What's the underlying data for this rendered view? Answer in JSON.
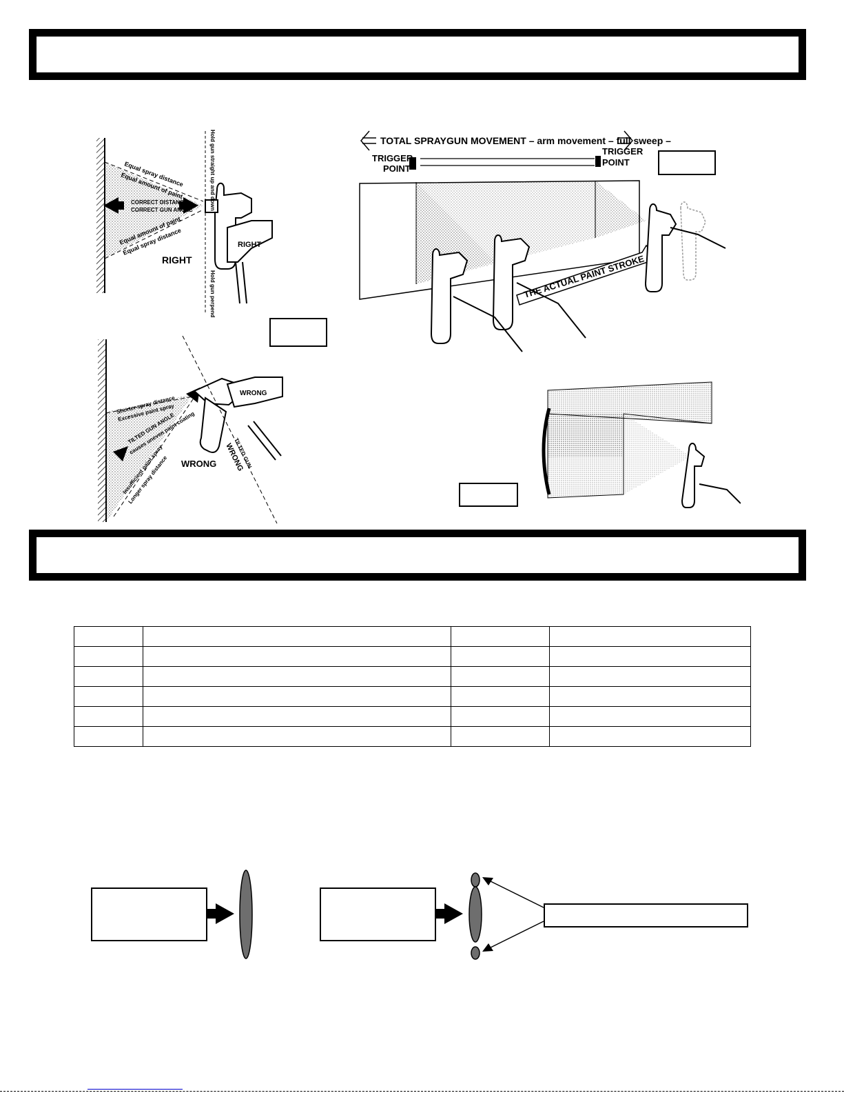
{
  "fig_right": {
    "top_note": "Hold gun straight up and down",
    "bottom_note": "Hold gun perpendicular",
    "line1": "Equal spray distance",
    "line2": "Equal amount of paint",
    "center1": "CORRECT DISTANCE",
    "center2": "CORRECT GUN ANGLE",
    "line3": "Equal amount of paint",
    "line4": "Equal spray distance",
    "label_main": "RIGHT",
    "label_hand": "RIGHT"
  },
  "fig_wrong": {
    "line1": "Shorter spray distance",
    "line2": "Excessive paint spray",
    "line3": "TILTED GUN ANGLE",
    "line4": "causes uneven paint coating",
    "line5": "Insufficient paint spray",
    "line6": "Longer spray distance",
    "label_main": "WRONG",
    "label_hand": "WRONG",
    "tilted_note": "TILTED GUN",
    "tilted_wrong": "WRONG"
  },
  "fig_stroke": {
    "total": "TOTAL SPRAYGUN MOVEMENT – arm movement – full sweep –",
    "trigger_left_1": "TRIGGER",
    "trigger_left_2": "POINT",
    "trigger_right_1": "TRIGGER",
    "trigger_right_2": "POINT",
    "actual": "THE ACTUAL PAINT STROKE"
  },
  "colors": {
    "ellipse_fill": "#6e6e6e",
    "banner": "#000000"
  }
}
